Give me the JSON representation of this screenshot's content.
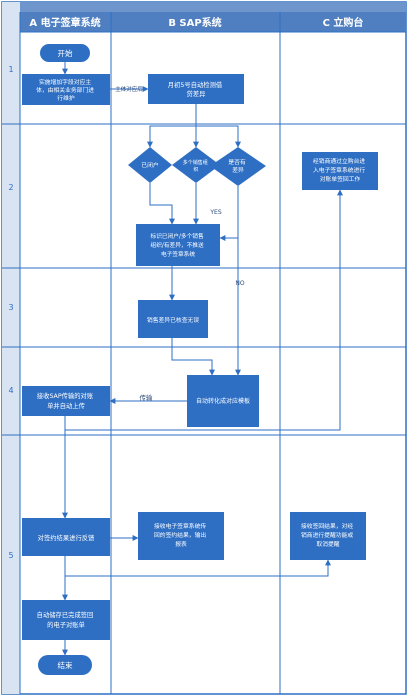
{
  "columns": {
    "a": "A 电子签章系统",
    "b": "B SAP系统",
    "c": "C 立购台"
  },
  "rows": [
    "1",
    "2",
    "3",
    "4",
    "5"
  ],
  "nodes": {
    "start": "开始",
    "a_maintain": [
      "实施增加字段对应主",
      "体，由相关业务部门进",
      "行维护"
    ],
    "b_auto_check": [
      "月初5号自动检测借",
      "贷差异"
    ],
    "d_closed": "已闭户",
    "d_multi": [
      "多个销售组",
      "织"
    ],
    "d_diff": [
      "是否有",
      "差异"
    ],
    "b_mark": [
      "标识已闭户/多个销售",
      "组织/有差异，不推送",
      "电子签章系统"
    ],
    "b_no_diff": "销售差异已核查无误",
    "b_auto_convert": "自动转化成对应模板",
    "a_receive": [
      "接收SAP传输的对账",
      "单并自动上传"
    ],
    "c_login": [
      "经销商通过立购台进",
      "入电子签章系统进行",
      "对账单签回工作"
    ],
    "a_feedback": "对签约结果进行反馈",
    "b_report": [
      "接收电子签章系统传",
      "回的签约结果，输出",
      "报表"
    ],
    "c_remind": [
      "接收签回结果，对经",
      "销商进行提醒功能或",
      "取消提醒"
    ],
    "a_archive": [
      "自动储存已完成签回",
      "的电子对账单"
    ],
    "end": "结束"
  },
  "edge_labels": {
    "subject_match": "主体对应后",
    "yes": "YES",
    "no": "NO",
    "transfer": "传输"
  }
}
